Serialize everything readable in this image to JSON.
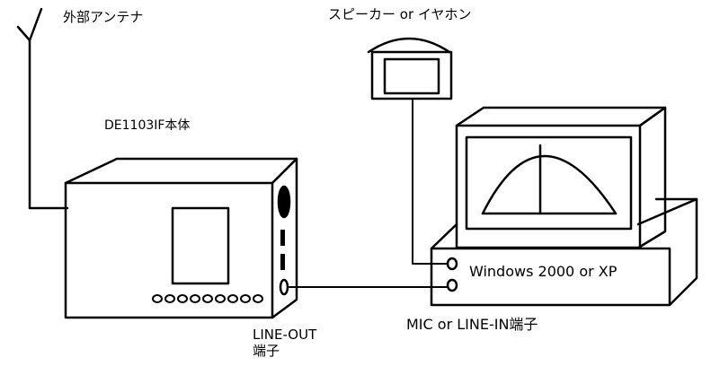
{
  "labels": {
    "antenna": "外部アンテナ",
    "speaker": "スピーカー or イヤホン",
    "receiver": "DE1103IF本体",
    "pc": "Windows 2000 or XP",
    "pc_input": "MIC or LINE-IN端子",
    "line_out_1": "LINE-OUT",
    "line_out_2": "端子"
  },
  "icons": {
    "antenna": "antenna-icon",
    "receiver": "radio-receiver-icon",
    "speaker": "speaker-icon",
    "computer": "computer-icon",
    "monitor": "crt-monitor-icon",
    "spectrum": "spectrum-curve-icon"
  },
  "colors": {
    "ink": "#000000",
    "background": "#ffffff"
  }
}
